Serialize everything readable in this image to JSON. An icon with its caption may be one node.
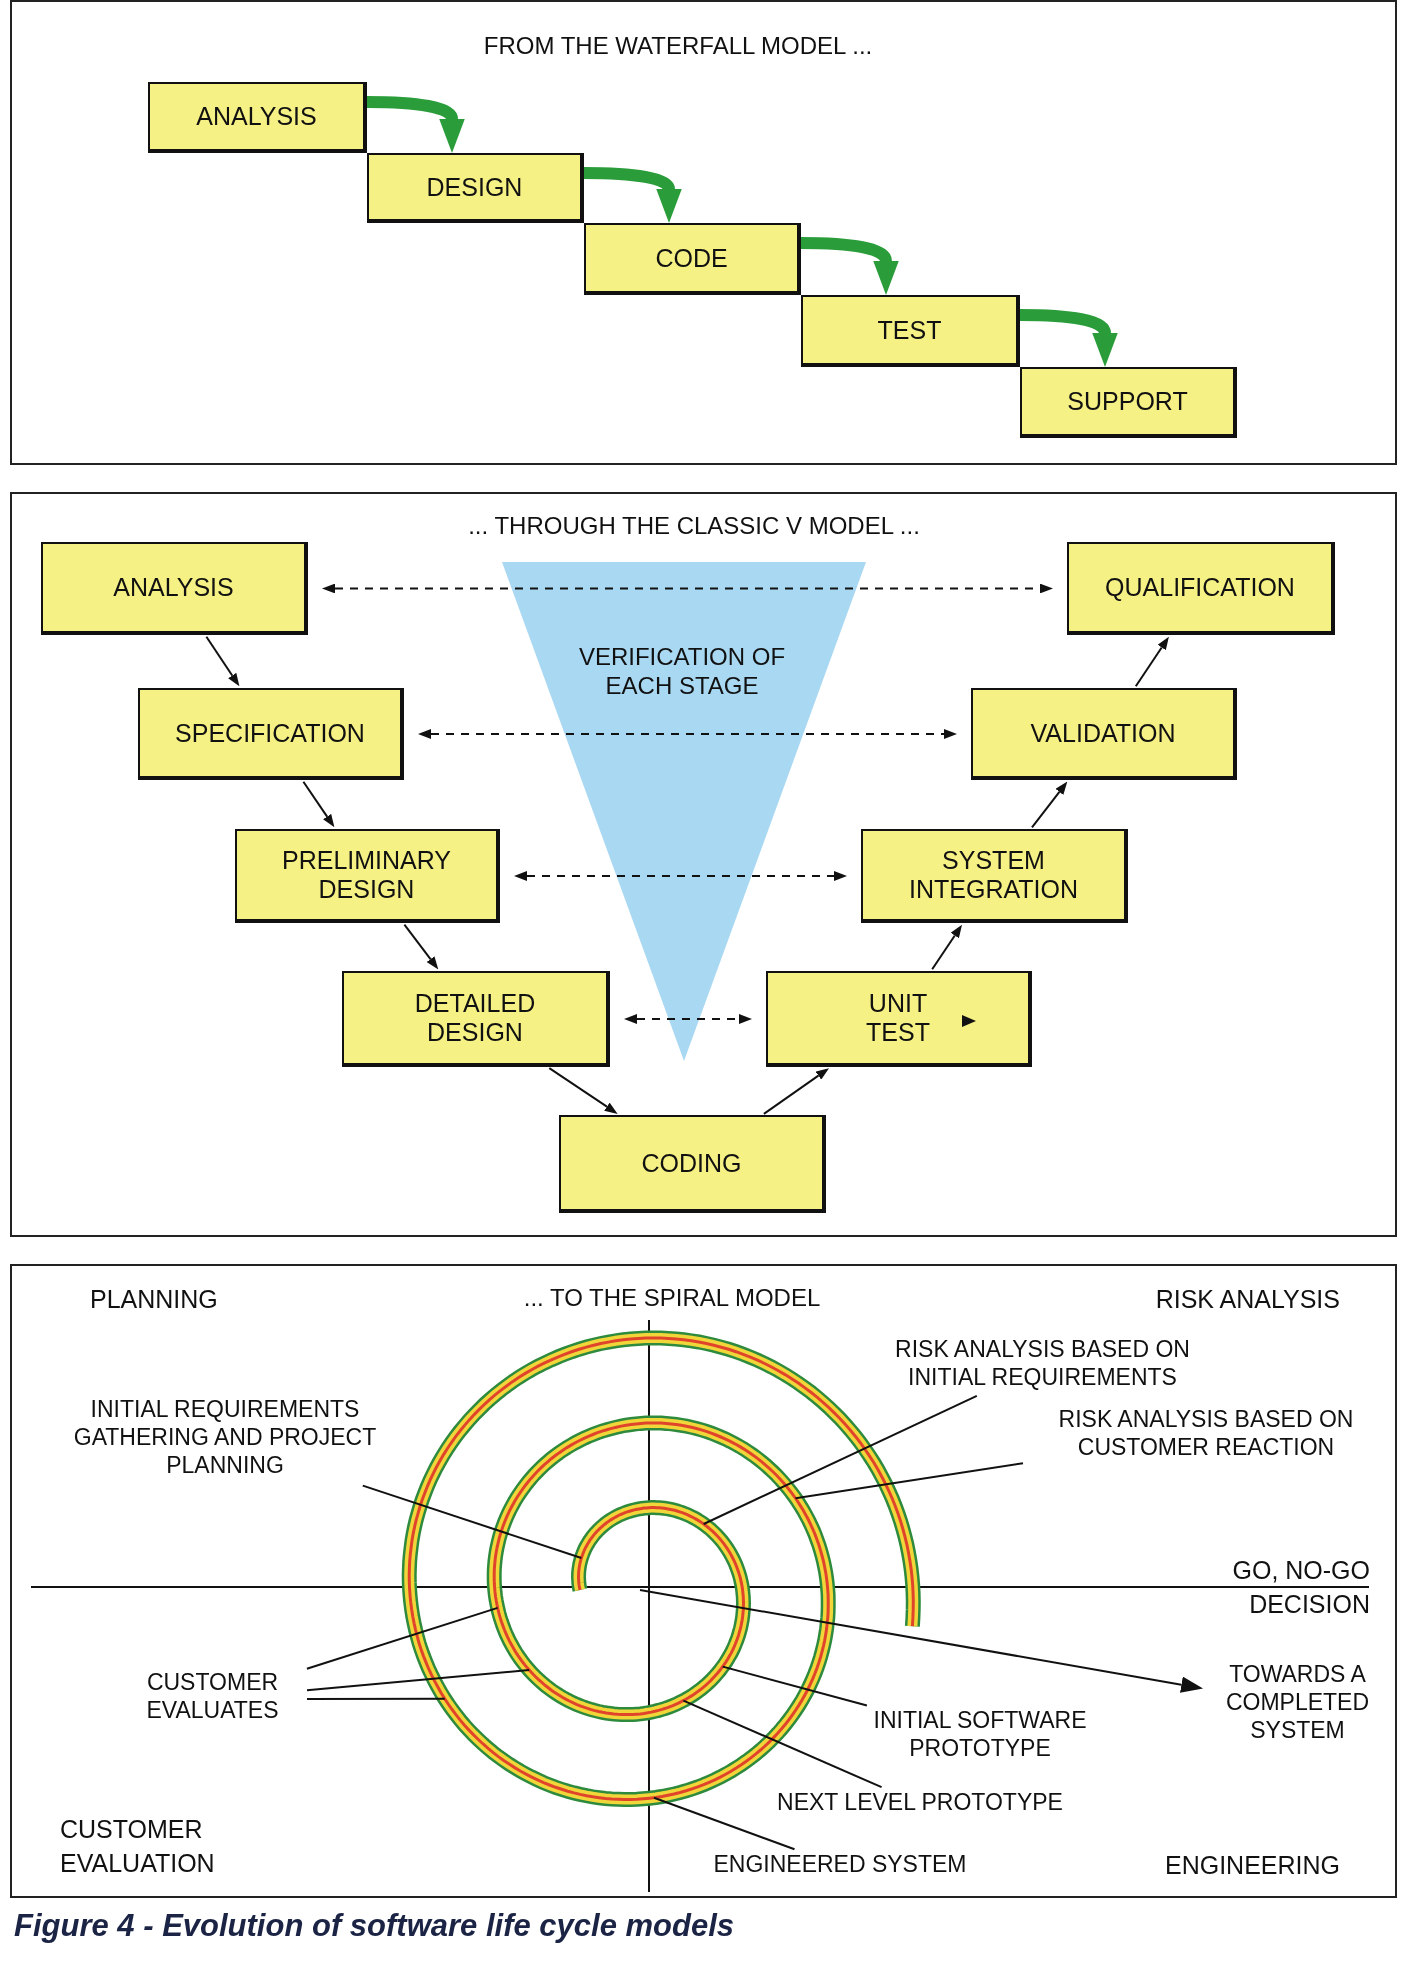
{
  "diagram": {
    "caption": "Figure 4 - Evolution of software life cycle models",
    "nodes": [
      {
        "text": [
          "FROM THE WATERFALL MODEL ..."
        ]
      },
      {
        "text": [
          "ANALYSIS"
        ],
        "in": 0
      },
      {
        "text": [
          "DESIGN"
        ],
        "in": 0
      },
      {
        "text": [
          "CODE"
        ],
        "in": 0
      },
      {
        "text": [
          "TEST"
        ],
        "in": 0
      },
      {
        "text": [
          "SUPPORT"
        ],
        "in": 0
      },
      {
        "text": [
          "... THROUGH THE CLASSIC V MODEL ..."
        ]
      },
      {
        "text": [
          "ANALYSIS"
        ],
        "in": 6
      },
      {
        "text": [
          "SPECIFICATION"
        ],
        "in": 6
      },
      {
        "text": [
          "PRELIMINARY DESIGN"
        ],
        "in": 6
      },
      {
        "text": [
          "DETAILED DESIGN"
        ],
        "in": 6
      },
      {
        "text": [
          "CODING"
        ],
        "in": 6
      },
      {
        "text": [
          "UNIT TEST"
        ],
        "in": 6
      },
      {
        "text": [
          "SYSTEM INTEGRATION"
        ],
        "in": 6
      },
      {
        "text": [
          "VALIDATION"
        ],
        "in": 6
      },
      {
        "text": [
          "QUALIFICATION"
        ],
        "in": 6
      },
      {
        "text": [
          "... TO THE SPIRAL MODEL"
        ]
      },
      {
        "text": [
          "INITIAL REQUIREMENTS GATHERING AND PROJECT PLANNING"
        ],
        "in": 16
      },
      {
        "text": [
          "RISK ANALYSIS BASED ON INITIAL REQUIREMENTS"
        ],
        "in": 16
      },
      {
        "text": [
          "RISK ANALYSIS BASED ON CUSTOMER REACTION"
        ],
        "in": 16
      },
      {
        "text": [
          "TOWARDS A COMPLETED SYSTEM"
        ],
        "in": 16
      },
      {
        "text": [
          "CUSTOMER EVALUATES"
        ],
        "in": 16
      },
      {
        "text": [
          "INITIAL SOFTWARE PROTOTYPE"
        ],
        "in": 16
      },
      {
        "text": [
          "NEXT LEVEL PROTOTYPE"
        ],
        "in": 16
      },
      {
        "text": [
          "ENGINEERED SYSTEM"
        ],
        "in": 16
      }
    ],
    "edges": [
      {
        "from": 1,
        "to": 2,
        "arrow": "to",
        "style": "thick",
        "color": "#2a9d3a"
      },
      {
        "from": 2,
        "to": 3,
        "arrow": "to",
        "style": "thick",
        "color": "#2a9d3a"
      },
      {
        "from": 3,
        "to": 4,
        "arrow": "to",
        "style": "thick",
        "color": "#2a9d3a"
      },
      {
        "from": 4,
        "to": 5,
        "arrow": "to",
        "style": "thick",
        "color": "#2a9d3a"
      },
      {
        "from": 7,
        "to": 8,
        "arrow": "to"
      },
      {
        "from": 8,
        "to": 9,
        "arrow": "to"
      },
      {
        "from": 9,
        "to": 10,
        "arrow": "to"
      },
      {
        "from": 10,
        "to": 11,
        "arrow": "to"
      },
      {
        "from": 11,
        "to": 12,
        "arrow": "to"
      },
      {
        "from": 12,
        "to": 13,
        "arrow": "to"
      },
      {
        "from": 13,
        "to": 14,
        "arrow": "to"
      },
      {
        "from": 14,
        "to": 15,
        "arrow": "to"
      },
      {
        "from": 7,
        "to": 15,
        "arrow": "both",
        "style": "dashed"
      },
      {
        "from": 8,
        "to": 14,
        "arrow": "both",
        "style": "dashed"
      },
      {
        "from": 9,
        "to": 13,
        "arrow": "both",
        "style": "dashed"
      },
      {
        "from": 10,
        "to": 12,
        "arrow": "both",
        "style": "dashed"
      },
      {
        "from": 17,
        "to": null,
        "arrow": "none"
      },
      {
        "from": 18,
        "to": null,
        "arrow": "none"
      },
      {
        "from": 19,
        "to": null,
        "arrow": "none"
      },
      {
        "from": 21,
        "to": null,
        "arrow": "none"
      },
      {
        "from": 21,
        "to": null,
        "arrow": "none"
      },
      {
        "from": 21,
        "to": null,
        "arrow": "none"
      },
      {
        "from": 22,
        "to": null,
        "arrow": "none"
      },
      {
        "from": 23,
        "to": null,
        "arrow": "none"
      },
      {
        "from": 24,
        "to": null,
        "arrow": "none"
      },
      {
        "from": null,
        "to": 20,
        "arrow": "to"
      }
    ],
    "labels": [
      "VERIFICATION OF EACH STAGE",
      "PLANNING",
      "RISK ANALYSIS",
      "GO, NO-GO DECISION",
      "CUSTOMER EVALUATION",
      "ENGINEERING"
    ]
  }
}
